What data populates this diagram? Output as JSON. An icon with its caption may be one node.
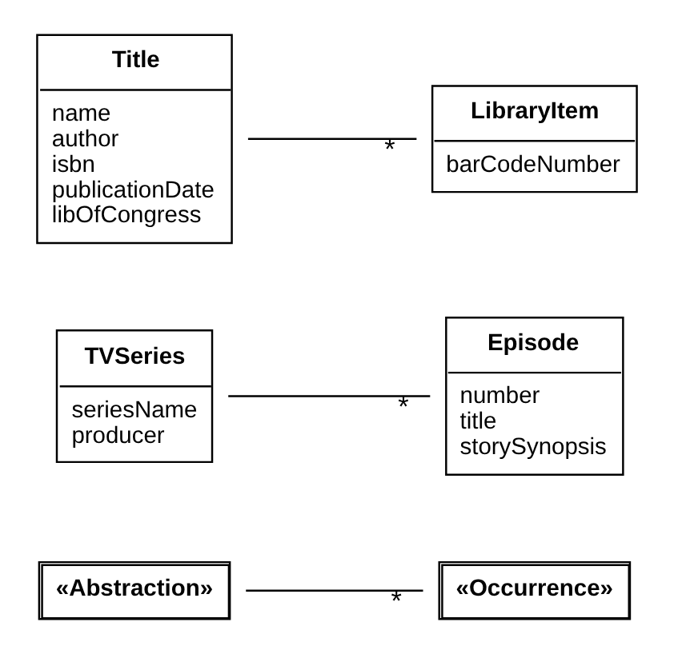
{
  "diagram": {
    "nodes": [
      {
        "text": [
          "«Abstraction»"
        ]
      },
      {
        "text": [
          "«Occurrence»"
        ]
      },
      {
        "text": [
          "TVSeries",
          "seriesName",
          "producer"
        ]
      },
      {
        "text": [
          "Episode",
          "number",
          "title",
          "storySynopsis"
        ]
      },
      {
        "text": [
          "Title",
          "name",
          "author",
          "isbn",
          "publicationDate",
          "libOfCongress"
        ]
      },
      {
        "text": [
          "LibraryItem",
          "barCodeNumber"
        ]
      }
    ],
    "edges": [
      {
        "from": 0,
        "to": 1,
        "arrow": "none",
        "label": "*"
      },
      {
        "from": 2,
        "to": 3,
        "arrow": "none",
        "label": "*"
      },
      {
        "from": 4,
        "to": 5,
        "arrow": "none",
        "label": "*"
      }
    ]
  }
}
